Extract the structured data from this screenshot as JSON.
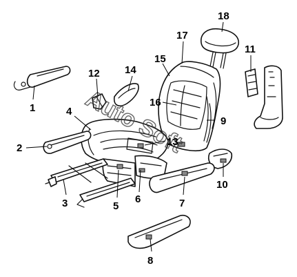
{
  "diagram": {
    "watermark": "Auto Soft",
    "callouts": [
      {
        "id": "1",
        "part": "part-1"
      },
      {
        "id": "2",
        "part": "part-2"
      },
      {
        "id": "3",
        "part": "part-3"
      },
      {
        "id": "4",
        "part": "part-4"
      },
      {
        "id": "5",
        "part": "part-5"
      },
      {
        "id": "6",
        "part": "part-6"
      },
      {
        "id": "7",
        "part": "part-7"
      },
      {
        "id": "8",
        "part": "part-8"
      },
      {
        "id": "9",
        "part": "part-9"
      },
      {
        "id": "10",
        "part": "part-10"
      },
      {
        "id": "11",
        "part": "part-11"
      },
      {
        "id": "12",
        "part": "part-12"
      },
      {
        "id": "13",
        "part": "part-13"
      },
      {
        "id": "14",
        "part": "part-14"
      },
      {
        "id": "15",
        "part": "part-15"
      },
      {
        "id": "16",
        "part": "part-16"
      },
      {
        "id": "17",
        "part": "part-17"
      },
      {
        "id": "18",
        "part": "part-18"
      }
    ]
  }
}
